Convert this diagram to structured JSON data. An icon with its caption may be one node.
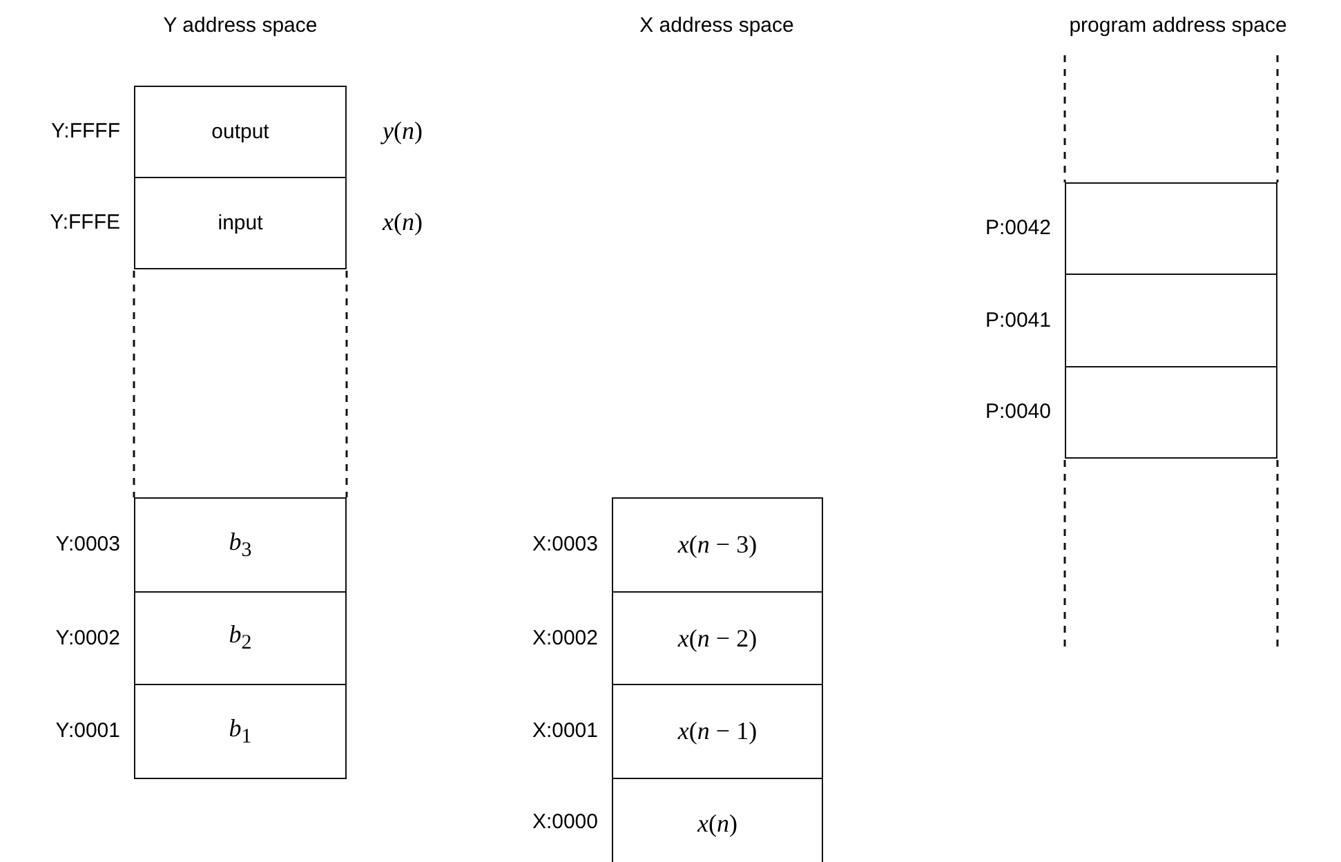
{
  "diagram": {
    "nodes": [
      {
        "text": [
          "output"
        ],
        "beside": [
          "Y:FFFF",
          "*y*(*n*)"
        ]
      },
      {
        "text": [
          "input"
        ],
        "beside": [
          "Y:FFFE",
          "*x*(*n*)"
        ]
      },
      {
        "text": [
          "*b*$_{3}$"
        ],
        "beside": [
          "Y:0003"
        ]
      },
      {
        "text": [
          "*b*$_{2}$"
        ],
        "beside": [
          "Y:0002"
        ]
      },
      {
        "text": [
          "*b*$_{1}$"
        ],
        "beside": [
          "Y:0001"
        ]
      },
      {
        "text": [
          "*x*(*n* − 3)"
        ],
        "beside": [
          "X:0003"
        ]
      },
      {
        "text": [
          "*x*(*n* − 2)"
        ],
        "beside": [
          "X:0002"
        ]
      },
      {
        "text": [
          "*x*(*n* − 1)"
        ],
        "beside": [
          "X:0001"
        ]
      },
      {
        "text": [
          "*x*(*n*)"
        ],
        "beside": [
          "X:0000"
        ]
      },
      {
        "text": [],
        "shape": "box",
        "beside": [
          "P:0042"
        ]
      },
      {
        "text": [],
        "shape": "box",
        "beside": [
          "P:0041"
        ]
      },
      {
        "text": [],
        "shape": "box",
        "beside": [
          "P:0040"
        ]
      }
    ],
    "labels": [
      "Y address space",
      "X address space",
      "program address space"
    ]
  }
}
